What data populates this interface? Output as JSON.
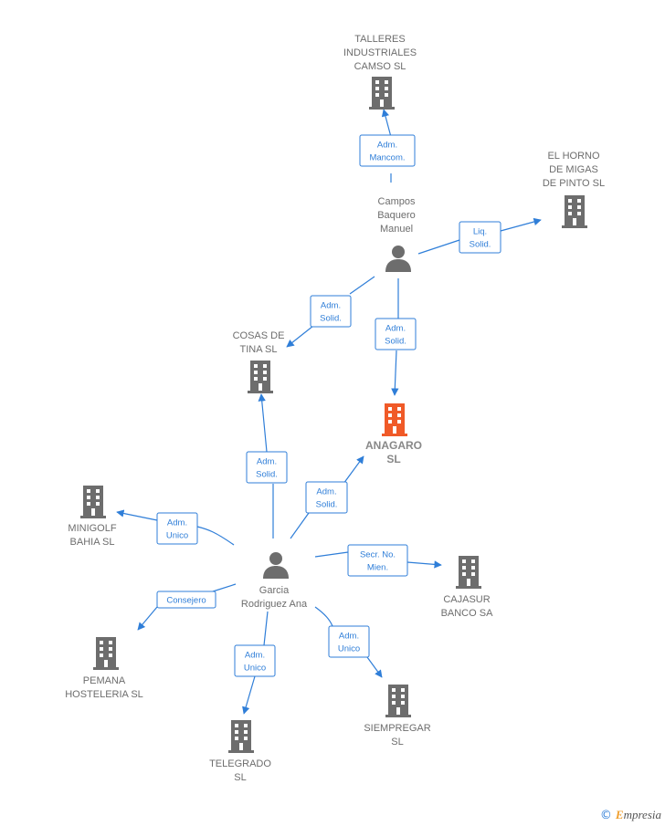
{
  "colors": {
    "edge": "#2f7ed8",
    "building": "#6d6d6d",
    "building_main": "#f05a28",
    "person": "#6d6d6d"
  },
  "nodes": {
    "talleres": {
      "lines": [
        "TALLERES",
        "INDUSTRIALES",
        "CAMSO SL"
      ],
      "icon": "building-icon"
    },
    "horno": {
      "lines": [
        "EL HORNO",
        "DE MIGAS",
        "DE PINTO SL"
      ],
      "icon": "building-icon"
    },
    "campos": {
      "lines": [
        "Campos",
        "Baquero",
        "Manuel"
      ],
      "icon": "person-icon"
    },
    "cosas": {
      "lines": [
        "COSAS DE",
        "TINA SL"
      ],
      "icon": "building-icon"
    },
    "anagaro": {
      "lines": [
        "ANAGARO",
        "SL"
      ],
      "icon": "building-icon",
      "main": true
    },
    "minigolf": {
      "lines": [
        "MINIGOLF",
        "BAHIA SL"
      ],
      "icon": "building-icon"
    },
    "garcia": {
      "lines": [
        "Garcia",
        "Rodriguez Ana"
      ],
      "icon": "person-icon"
    },
    "cajasur": {
      "lines": [
        "CAJASUR",
        "BANCO SA"
      ],
      "icon": "building-icon"
    },
    "pemana": {
      "lines": [
        "PEMANA",
        "HOSTELERIA SL"
      ],
      "icon": "building-icon"
    },
    "siempregar": {
      "lines": [
        "SIEMPREGAR",
        "SL"
      ],
      "icon": "building-icon"
    },
    "telegrado": {
      "lines": [
        "TELEGRADO",
        "SL"
      ],
      "icon": "building-icon"
    }
  },
  "edges": [
    {
      "from": "campos",
      "to": "talleres",
      "label": [
        "Adm.",
        "Mancom."
      ]
    },
    {
      "from": "campos",
      "to": "horno",
      "label": [
        "Liq.",
        "Solid."
      ]
    },
    {
      "from": "campos",
      "to": "cosas",
      "label": [
        "Adm.",
        "Solid."
      ]
    },
    {
      "from": "campos",
      "to": "anagaro",
      "label": [
        "Adm.",
        "Solid."
      ]
    },
    {
      "from": "garcia",
      "to": "cosas",
      "label": [
        "Adm.",
        "Solid."
      ]
    },
    {
      "from": "garcia",
      "to": "anagaro",
      "label": [
        "Adm.",
        "Solid."
      ]
    },
    {
      "from": "garcia",
      "to": "minigolf",
      "label": [
        "Adm.",
        "Unico"
      ]
    },
    {
      "from": "garcia",
      "to": "cajasur",
      "label": [
        "Secr.  No.",
        "Mien."
      ]
    },
    {
      "from": "garcia",
      "to": "pemana",
      "label": [
        "Consejero"
      ]
    },
    {
      "from": "garcia",
      "to": "telegrado",
      "label": [
        "Adm.",
        "Unico"
      ]
    },
    {
      "from": "garcia",
      "to": "siempregar",
      "label": [
        "Adm.",
        "Unico"
      ]
    }
  ],
  "credit": {
    "symbol": "©",
    "brand_first": "E",
    "brand_rest": "mpresia"
  }
}
